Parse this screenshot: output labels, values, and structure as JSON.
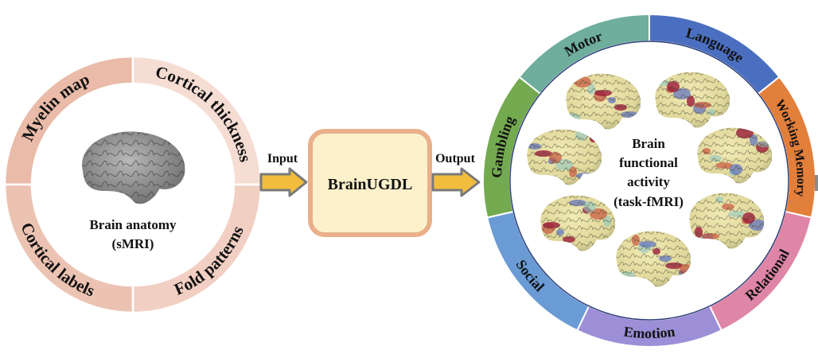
{
  "input_ring": {
    "segments": [
      {
        "label": "Myelin map",
        "color": "#e9bba8"
      },
      {
        "label": "Cortical thickness",
        "color": "#f6ddd4"
      },
      {
        "label": "Fold patterns",
        "color": "#f1cfc2"
      },
      {
        "label": "Cortical labels",
        "color": "#ecc3b2"
      }
    ],
    "center_title": "Brain anatomy",
    "center_subtitle": "(sMRI)"
  },
  "arrows": {
    "input_label": "Input",
    "output_label": "Output",
    "fill": "#f2bd3c",
    "stroke": "#7a7a7a"
  },
  "model": {
    "label": "BrainUGDL",
    "fill": "#fdf1cb",
    "border": "#e9b08a"
  },
  "output_ring": {
    "segments": [
      {
        "label": "Language",
        "color": "#4b6fc0"
      },
      {
        "label": "Working Memory",
        "color": "#e27f3b"
      },
      {
        "label": "Relational",
        "color": "#df86a7"
      },
      {
        "label": "Emotion",
        "color": "#9c8fd7"
      },
      {
        "label": "Social",
        "color": "#6a9bd4"
      },
      {
        "label": "Gambling",
        "color": "#73aa4f"
      },
      {
        "label": "Motor",
        "color": "#6fae9c"
      }
    ],
    "center_lines": [
      "Brain",
      "functional",
      "activity",
      "(task-fMRI)"
    ]
  }
}
